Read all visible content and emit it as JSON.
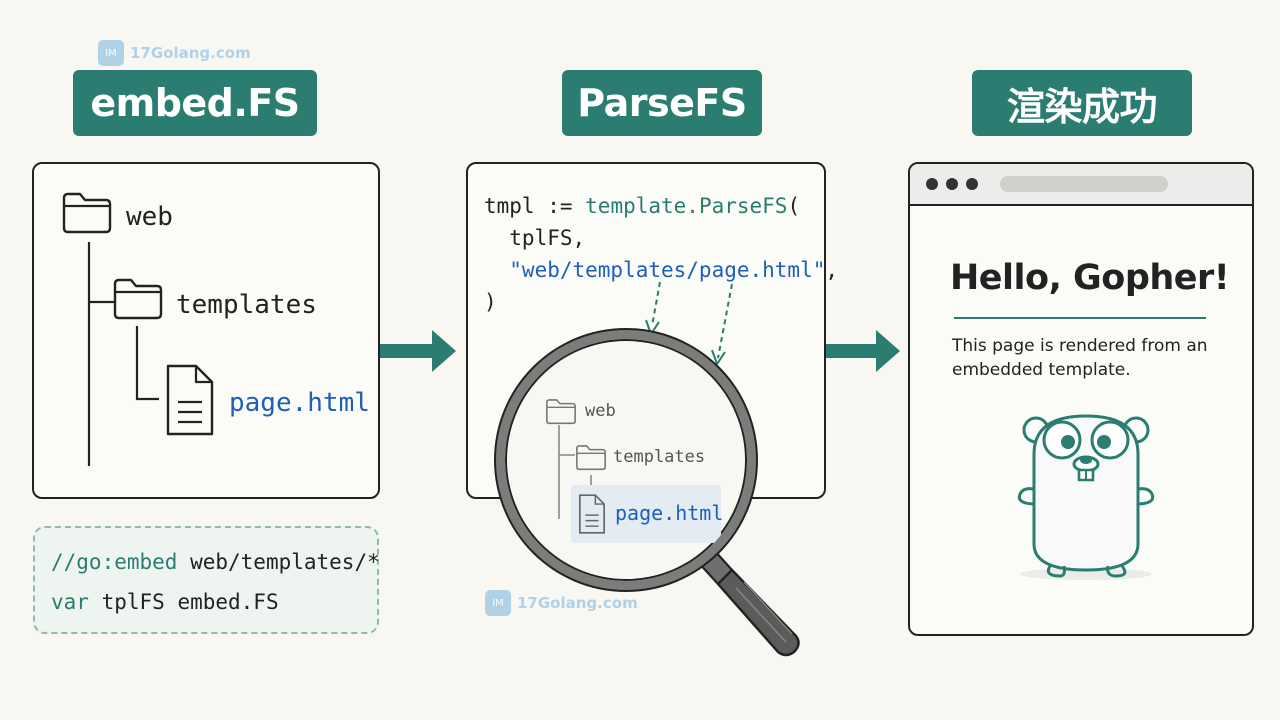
{
  "watermark": {
    "text": "17Golang.com"
  },
  "left": {
    "badge": "embed.FS",
    "tree": {
      "root": "web",
      "sub": "templates",
      "file": "page.html"
    },
    "snippet": {
      "line1_kw": "//go:embed",
      "line1_rest": " web/templates/*",
      "line2_kw": "var",
      "line2_rest": " tplFS embed.FS"
    }
  },
  "middle": {
    "badge": "ParseFS",
    "code": {
      "line1_a": "tmpl := ",
      "line1_b": "template.ParseFS",
      "line1_c": "(",
      "line2": "  tplFS,",
      "line3_str": "  \"web/templates/page.html\"",
      "line3_rest": ",",
      "line4": ")"
    },
    "magnifier_tree": {
      "root": "web",
      "sub": "templates",
      "file": "page.html"
    }
  },
  "right": {
    "badge": "渲染成功",
    "heading": "Hello, Gopher!",
    "body_line1": "This page is rendered from an",
    "body_line2": "embedded template."
  },
  "colors": {
    "accent": "#2a7d70",
    "link": "#1f5fb8",
    "ink": "#222222",
    "background": "#f8f7f1"
  }
}
